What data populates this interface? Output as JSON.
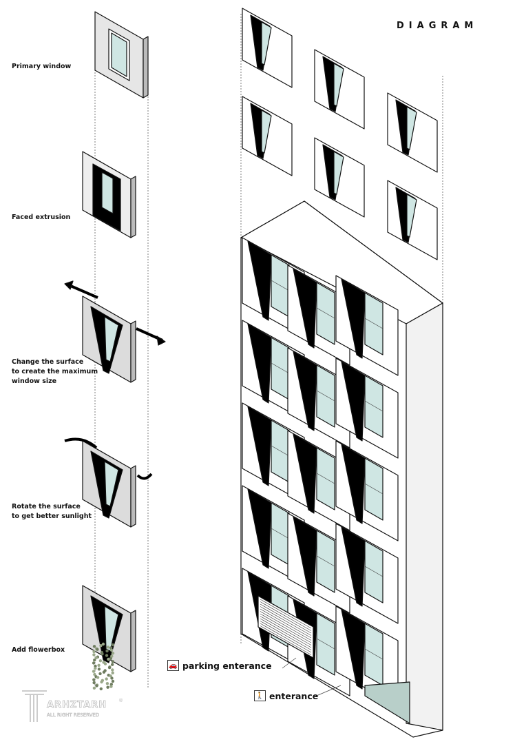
{
  "title": "DIAGRAM",
  "steps": [
    {
      "label_lines": [
        "Primary window"
      ]
    },
    {
      "label_lines": [
        "Faced extrusion"
      ]
    },
    {
      "label_lines": [
        "Change the surface",
        "to create the maximum",
        "window size"
      ]
    },
    {
      "label_lines": [
        "Rotate the surface",
        "to get better sunlight"
      ]
    },
    {
      "label_lines": [
        "Add flowerbox"
      ]
    }
  ],
  "callouts": {
    "parking": {
      "label": "parking enterance",
      "icon": "car-icon"
    },
    "entrance": {
      "label": "enterance",
      "icon": "pedestrian-icon"
    }
  },
  "logo": {
    "name": "ARHZTARH",
    "tagline": "ALL RIGHT RESERVED",
    "mark": "®"
  },
  "colors": {
    "glass": "#cfe6e3",
    "panel": "#dcdcdc",
    "line": "#111111"
  }
}
